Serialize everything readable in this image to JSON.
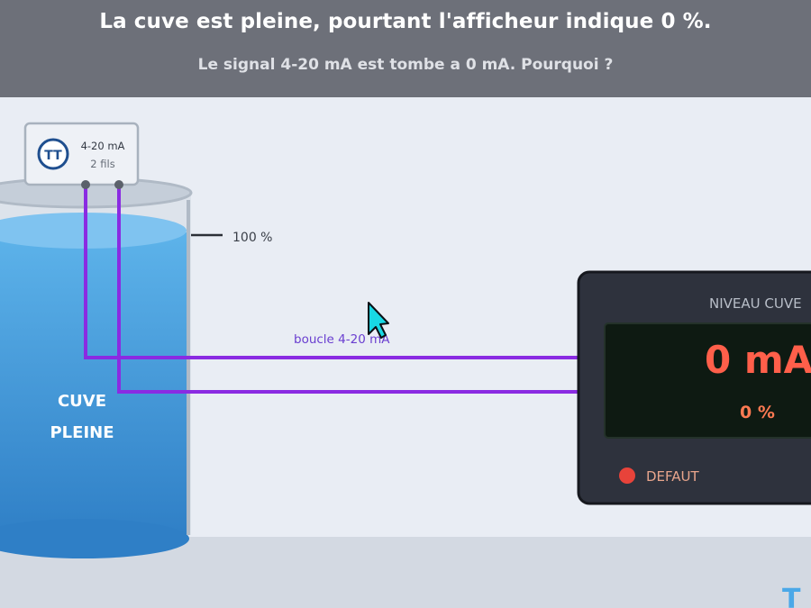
{
  "header": {
    "title": "La cuve est pleine, pourtant l'afficheur indique 0 %.",
    "subtitle": "Le signal 4-20 mA est tombe a 0 mA. Pourquoi ?"
  },
  "transmitter": {
    "tag": "TT",
    "signal": "4-20 mA",
    "wiring": "2 fils"
  },
  "tank": {
    "line1": "CUVE",
    "line2": "PLEINE",
    "level_mark": "100 %"
  },
  "loop_label": "boucle 4-20 mA",
  "display": {
    "title": "NIVEAU CUVE",
    "current_value": "0 mA",
    "percent_value": "0 %",
    "fault_label": "DEFAUT"
  },
  "colors": {
    "wire": "#8a2be2",
    "water": "#3f97db",
    "alarm": "#e8433a",
    "display_text": "#ff5f4a"
  },
  "corner_logo": "T"
}
